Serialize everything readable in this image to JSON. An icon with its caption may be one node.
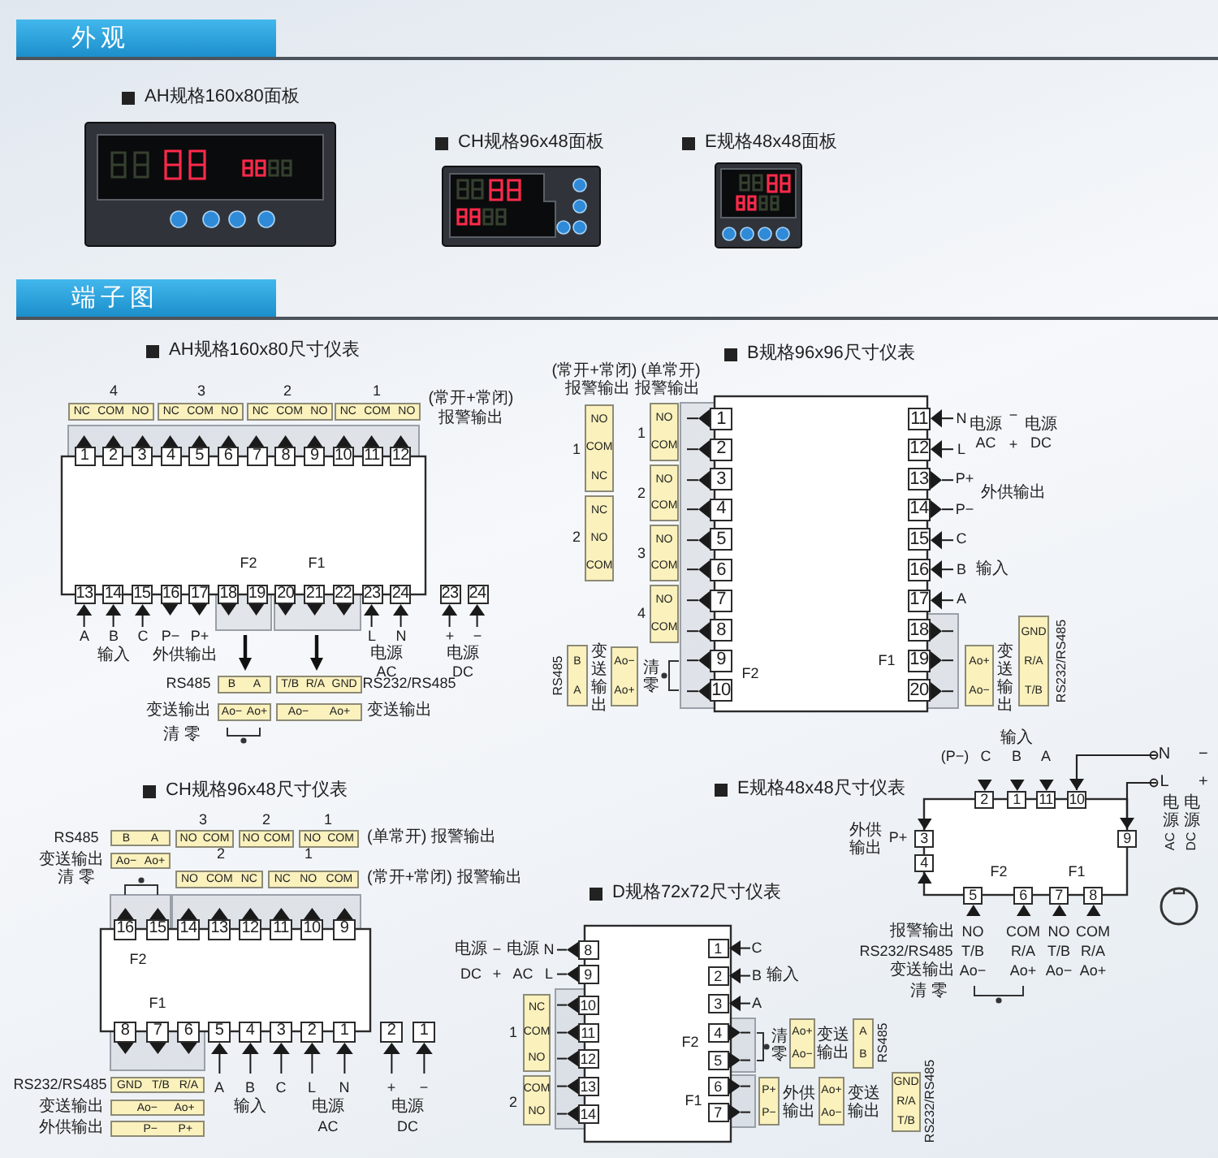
{
  "diagram": {
    "nodes": [
      {
        "text": [
          "1"
        ]
      },
      {
        "text": [
          "2"
        ]
      },
      {
        "text": [
          "3"
        ]
      },
      {
        "text": [
          "4"
        ]
      },
      {
        "text": [
          "5"
        ]
      },
      {
        "text": [
          "6"
        ]
      },
      {
        "text": [
          "7"
        ]
      },
      {
        "text": [
          "8"
        ]
      },
      {
        "text": [
          "9"
        ]
      },
      {
        "text": [
          "10"
        ]
      },
      {
        "text": [
          "11"
        ]
      },
      {
        "text": [
          "12"
        ]
      },
      {
        "text": [
          "13"
        ]
      },
      {
        "text": [
          "14"
        ]
      },
      {
        "text": [
          "15"
        ]
      },
      {
        "text": [
          "16"
        ]
      },
      {
        "text": [
          "17"
        ]
      },
      {
        "text": [
          "18"
        ]
      },
      {
        "text": [
          "19"
        ]
      },
      {
        "text": [
          "20"
        ]
      },
      {
        "text": [
          "21"
        ]
      },
      {
        "text": [
          "22"
        ]
      },
      {
        "text": [
          "23"
        ]
      },
      {
        "text": [
          "24"
        ]
      },
      {
        "text": [
          "23"
        ]
      },
      {
        "text": [
          "24"
        ]
      },
      {
        "text": [
          "1"
        ]
      },
      {
        "text": [
          "2"
        ]
      },
      {
        "text": [
          "3"
        ]
      },
      {
        "text": [
          "4"
        ]
      },
      {
        "text": [
          "5"
        ]
      },
      {
        "text": [
          "6"
        ]
      },
      {
        "text": [
          "7"
        ]
      },
      {
        "text": [
          "8"
        ]
      },
      {
        "text": [
          "9"
        ]
      },
      {
        "text": [
          "10"
        ]
      },
      {
        "text": [
          "11"
        ]
      },
      {
        "text": [
          "12"
        ]
      },
      {
        "text": [
          "13"
        ]
      },
      {
        "text": [
          "14"
        ]
      },
      {
        "text": [
          "15"
        ]
      },
      {
        "text": [
          "16"
        ]
      },
      {
        "text": [
          "17"
        ]
      },
      {
        "text": [
          "18"
        ]
      },
      {
        "text": [
          "19"
        ]
      },
      {
        "text": [
          "20"
        ]
      },
      {
        "text": [
          "16"
        ]
      },
      {
        "text": [
          "15"
        ]
      },
      {
        "text": [
          "14"
        ]
      },
      {
        "text": [
          "13"
        ]
      },
      {
        "text": [
          "12"
        ]
      },
      {
        "text": [
          "11"
        ]
      },
      {
        "text": [
          "10"
        ]
      },
      {
        "text": [
          "9"
        ]
      },
      {
        "text": [
          "8"
        ]
      },
      {
        "text": [
          "7"
        ]
      },
      {
        "text": [
          "6"
        ]
      },
      {
        "text": [
          "5"
        ]
      },
      {
        "text": [
          "4"
        ]
      },
      {
        "text": [
          "3"
        ]
      },
      {
        "text": [
          "2"
        ]
      },
      {
        "text": [
          "1"
        ]
      },
      {
        "text": [
          "2"
        ]
      },
      {
        "text": [
          "1"
        ]
      },
      {
        "text": [
          "8"
        ]
      },
      {
        "text": [
          "9"
        ]
      },
      {
        "text": [
          "10"
        ]
      },
      {
        "text": [
          "11"
        ]
      },
      {
        "text": [
          "12"
        ]
      },
      {
        "text": [
          "13"
        ]
      },
      {
        "text": [
          "14"
        ]
      },
      {
        "text": [
          "1"
        ]
      },
      {
        "text": [
          "2"
        ]
      },
      {
        "text": [
          "3"
        ]
      },
      {
        "text": [
          "4"
        ]
      },
      {
        "text": [
          "5"
        ]
      },
      {
        "text": [
          "6"
        ]
      },
      {
        "text": [
          "7"
        ]
      },
      {
        "text": [
          "2"
        ]
      },
      {
        "text": [
          "1"
        ]
      },
      {
        "text": [
          "11"
        ]
      },
      {
        "text": [
          "10"
        ]
      },
      {
        "text": [
          "3"
        ]
      },
      {
        "text": [
          "4"
        ]
      },
      {
        "text": [
          "9"
        ]
      },
      {
        "text": [
          "5"
        ]
      },
      {
        "text": [
          "6"
        ]
      },
      {
        "text": [
          "7"
        ]
      },
      {
        "text": [
          "8"
        ]
      },
      {
        "text": [
          "N"
        ],
        "beside": [
          "−"
        ]
      },
      {
        "text": [
          "L"
        ],
        "beside": [
          "+"
        ]
      }
    ],
    "edges": [
      {
        "from": 89,
        "to": 81,
        "arrow": "to"
      },
      {
        "from": 90,
        "to": 84,
        "arrow": "to"
      }
    ],
    "labels": [
      "外观",
      "AH规格160x80面板",
      "CH规格96x48面板",
      "E规格48x48面板",
      "端子图",
      "AH规格160x80尺寸仪表",
      "4",
      "3",
      "2",
      "1",
      "NC COM NO",
      "NC COM NO",
      "NC COM NO",
      "NC COM NO",
      "(常开+常闭)",
      "报警输出",
      "F2",
      "F1",
      "A",
      "B",
      "C",
      "P−",
      "P+",
      "输入",
      "外供输出",
      "L",
      "N",
      "电源",
      "AC",
      "+",
      "−",
      "电源",
      "DC",
      "RS485",
      "B A",
      "T/B R/A GND",
      "RS232/RS485",
      "变送输出",
      "Ao− Ao+",
      "Ao− Ao+",
      "变送输出",
      "清 零",
      "B规格96x96尺寸仪表",
      "(常开+常闭)",
      "报警输出",
      "(单常开)",
      "报警输出",
      "1",
      "NO COM NC",
      "2",
      "NC NO COM",
      "1",
      "NO COM",
      "2",
      "NO COM",
      "3",
      "NO COM",
      "4",
      "NO COM",
      "N",
      "电源",
      "−",
      "电源",
      "AC",
      "+",
      "DC",
      "L",
      "P+",
      "外供输出",
      "P−",
      "C",
      "B",
      "输入",
      "A",
      "F2",
      "F1",
      "RS485",
      "B A",
      "变送输出",
      "Ao− Ao+",
      "清零",
      "Ao+ Ao−",
      "变送输出",
      "GND R/A T/B",
      "RS232/RS485",
      "CH规格96x48尺寸仪表",
      "RS485",
      "B A",
      "3",
      "2",
      "1",
      "NO COM",
      "NO COM",
      "NO COM",
      "(单常开) 报警输出",
      "变送输出",
      "Ao− Ao+",
      "2",
      "1",
      "清 零",
      "NO COM NC",
      "NC NO COM",
      "(常开+常闭) 报警输出",
      "F2",
      "F1",
      "RS232/RS485",
      "GND T/B R/A",
      "A",
      "B",
      "C",
      "L",
      "N",
      "+",
      "−",
      "变送输出",
      "Ao− Ao+",
      "输入",
      "电源",
      "电源",
      "外供输出",
      "P− P+",
      "AC",
      "DC",
      "D规格72x72尺寸仪表",
      "电源",
      "−",
      "电源",
      "N",
      "C",
      "DC",
      "+",
      "AC",
      "L",
      "B",
      "输入",
      "A",
      "1",
      "NC COM NO",
      "F2",
      "清零",
      "Ao+ Ao−",
      "变送输出",
      "A B",
      "RS485",
      "2",
      "COM NO",
      "F1",
      "P+ P−",
      "外供输出",
      "Ao+ Ao−",
      "变送输出",
      "GND R/A T/B",
      "RS232/RS485",
      "E规格48x48尺寸仪表",
      "输入",
      "(P−)",
      "C",
      "B",
      "A",
      "外供",
      "P+",
      "输出",
      "电源",
      "AC",
      "电源",
      "DC",
      "F2",
      "F1",
      "报警输出",
      "NO",
      "COM",
      "NO",
      "COM",
      "RS232/RS485",
      "T/B",
      "R/A",
      "T/B",
      "R/A",
      "变送输出",
      "Ao−",
      "Ao+",
      "Ao−",
      "Ao+",
      "清 零"
    ]
  }
}
